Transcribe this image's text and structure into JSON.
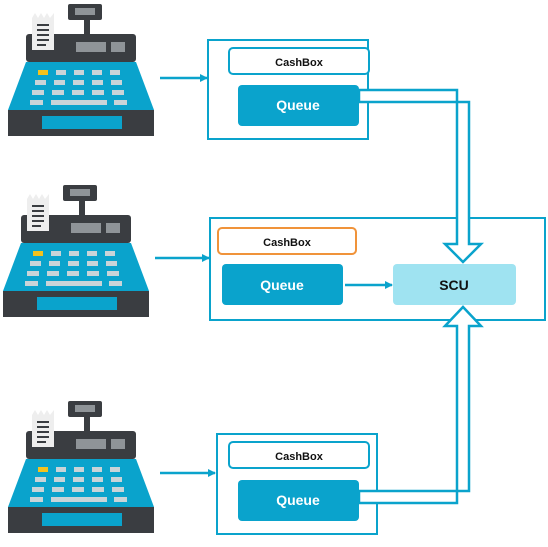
{
  "colors": {
    "primary": "#0aa3cc",
    "scu_fill": "#9fe3f1",
    "highlight_border": "#f0933a",
    "register_dark": "#3a3d41",
    "register_keys": "#c9d4d8",
    "yellow_key": "#f4c21d",
    "text_dark": "#111111",
    "text_light": "#ffffff"
  },
  "nodes": {
    "top": {
      "cashbox_label": "CashBox",
      "queue_label": "Queue"
    },
    "middle": {
      "cashbox_label": "CashBox",
      "queue_label": "Queue"
    },
    "bottom": {
      "cashbox_label": "CashBox",
      "queue_label": "Queue"
    },
    "scu": {
      "label": "SCU"
    }
  },
  "devices": [
    {
      "icon": "cash-register-icon"
    },
    {
      "icon": "cash-register-icon"
    },
    {
      "icon": "cash-register-icon"
    }
  ]
}
